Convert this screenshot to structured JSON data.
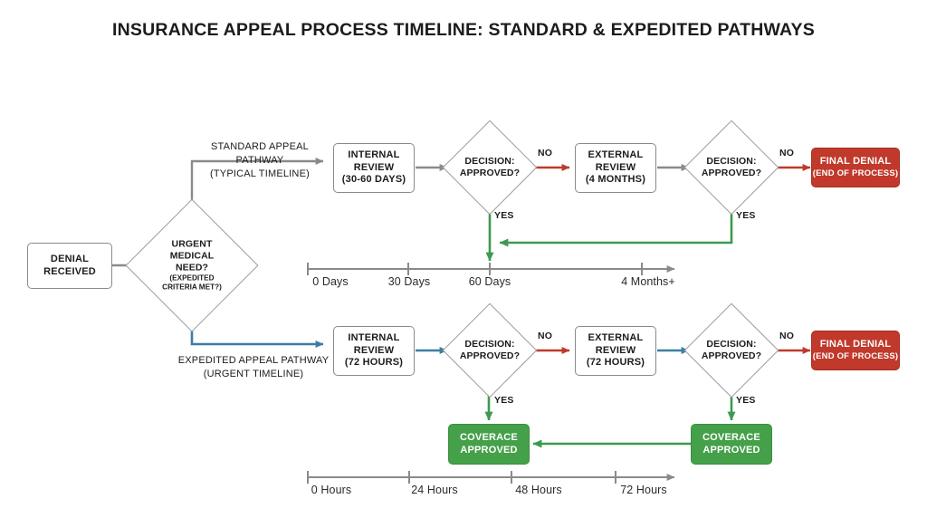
{
  "title": "INSURANCE APPEAL PROCESS TIMELINE: STANDARD & EXPEDITED PATHWAYS",
  "colors": {
    "denial_red": "#c0392b",
    "approved_green": "#45a04a",
    "expedited_blue": "#3b7ea1",
    "yes_green": "#3d9a50",
    "no_red": "#c0392b",
    "neutral_gray": "#8a8a8a",
    "text": "#1c1c1c",
    "background": "#ffffff"
  },
  "start": {
    "label_line1": "DENIAL",
    "label_line2": "RECEIVED"
  },
  "triage": {
    "line1": "URGENT",
    "line2": "MEDICAL",
    "line3": "NEED?",
    "sub1": "(EXPEDITED",
    "sub2": "CRITERIA MET?)"
  },
  "standard": {
    "pathway_label": "STANDARD APPEAL",
    "pathway_label2": "PATHWAY",
    "pathway_sub": "(TYPICAL TIMELINE)",
    "internal_review": {
      "line1": "INTERNAL",
      "line2": "REVIEW",
      "line3": "(30-60 DAYS)"
    },
    "decision1": {
      "line1": "DECISION:",
      "line2": "APPROVED?"
    },
    "no_label_1": "NO",
    "yes_label_1": "YES",
    "external_review": {
      "line1": "EXTERNAL",
      "line2": "REVIEW",
      "line3": "(4 MONTHS)"
    },
    "decision2": {
      "line1": "DECISION:",
      "line2": "APPROVED?"
    },
    "no_label_2": "NO",
    "yes_label_2": "YES",
    "final_denial": {
      "line1": "FINAL DENIAL",
      "line2": "(END OF PROCESS)"
    },
    "timeline": {
      "ticks": [
        "0 Days",
        "30 Days",
        "60 Days",
        "4 Months+"
      ]
    }
  },
  "expedited": {
    "pathway_label": "EXPEDITED APPEAL PATHWAY",
    "pathway_sub": "(URGENT TIMELINE)",
    "internal_review": {
      "line1": "INTERNAL",
      "line2": "REVIEW",
      "line3": "(72 HOURS)"
    },
    "decision1": {
      "line1": "DECISION:",
      "line2": "APPROVED?"
    },
    "no_label_1": "NO",
    "yes_label_1": "YES",
    "external_review": {
      "line1": "EXTERNAL",
      "line2": "REVIEW",
      "line3": "(72 HOURS)"
    },
    "decision2": {
      "line1": "DECISION:",
      "line2": "APPROVED?"
    },
    "no_label_2": "NO",
    "yes_label_2": "YES",
    "final_denial": {
      "line1": "FINAL DENIAL",
      "line2": "(END OF PROCESS)"
    },
    "coverage_left": {
      "line1": "COVERACE",
      "line2": "APPROVED"
    },
    "coverage_right": {
      "line1": "COVERACE",
      "line2": "APPROVED"
    },
    "timeline": {
      "ticks": [
        "0 Hours",
        "24 Hours",
        "48 Hours",
        "72 Hours"
      ]
    }
  }
}
